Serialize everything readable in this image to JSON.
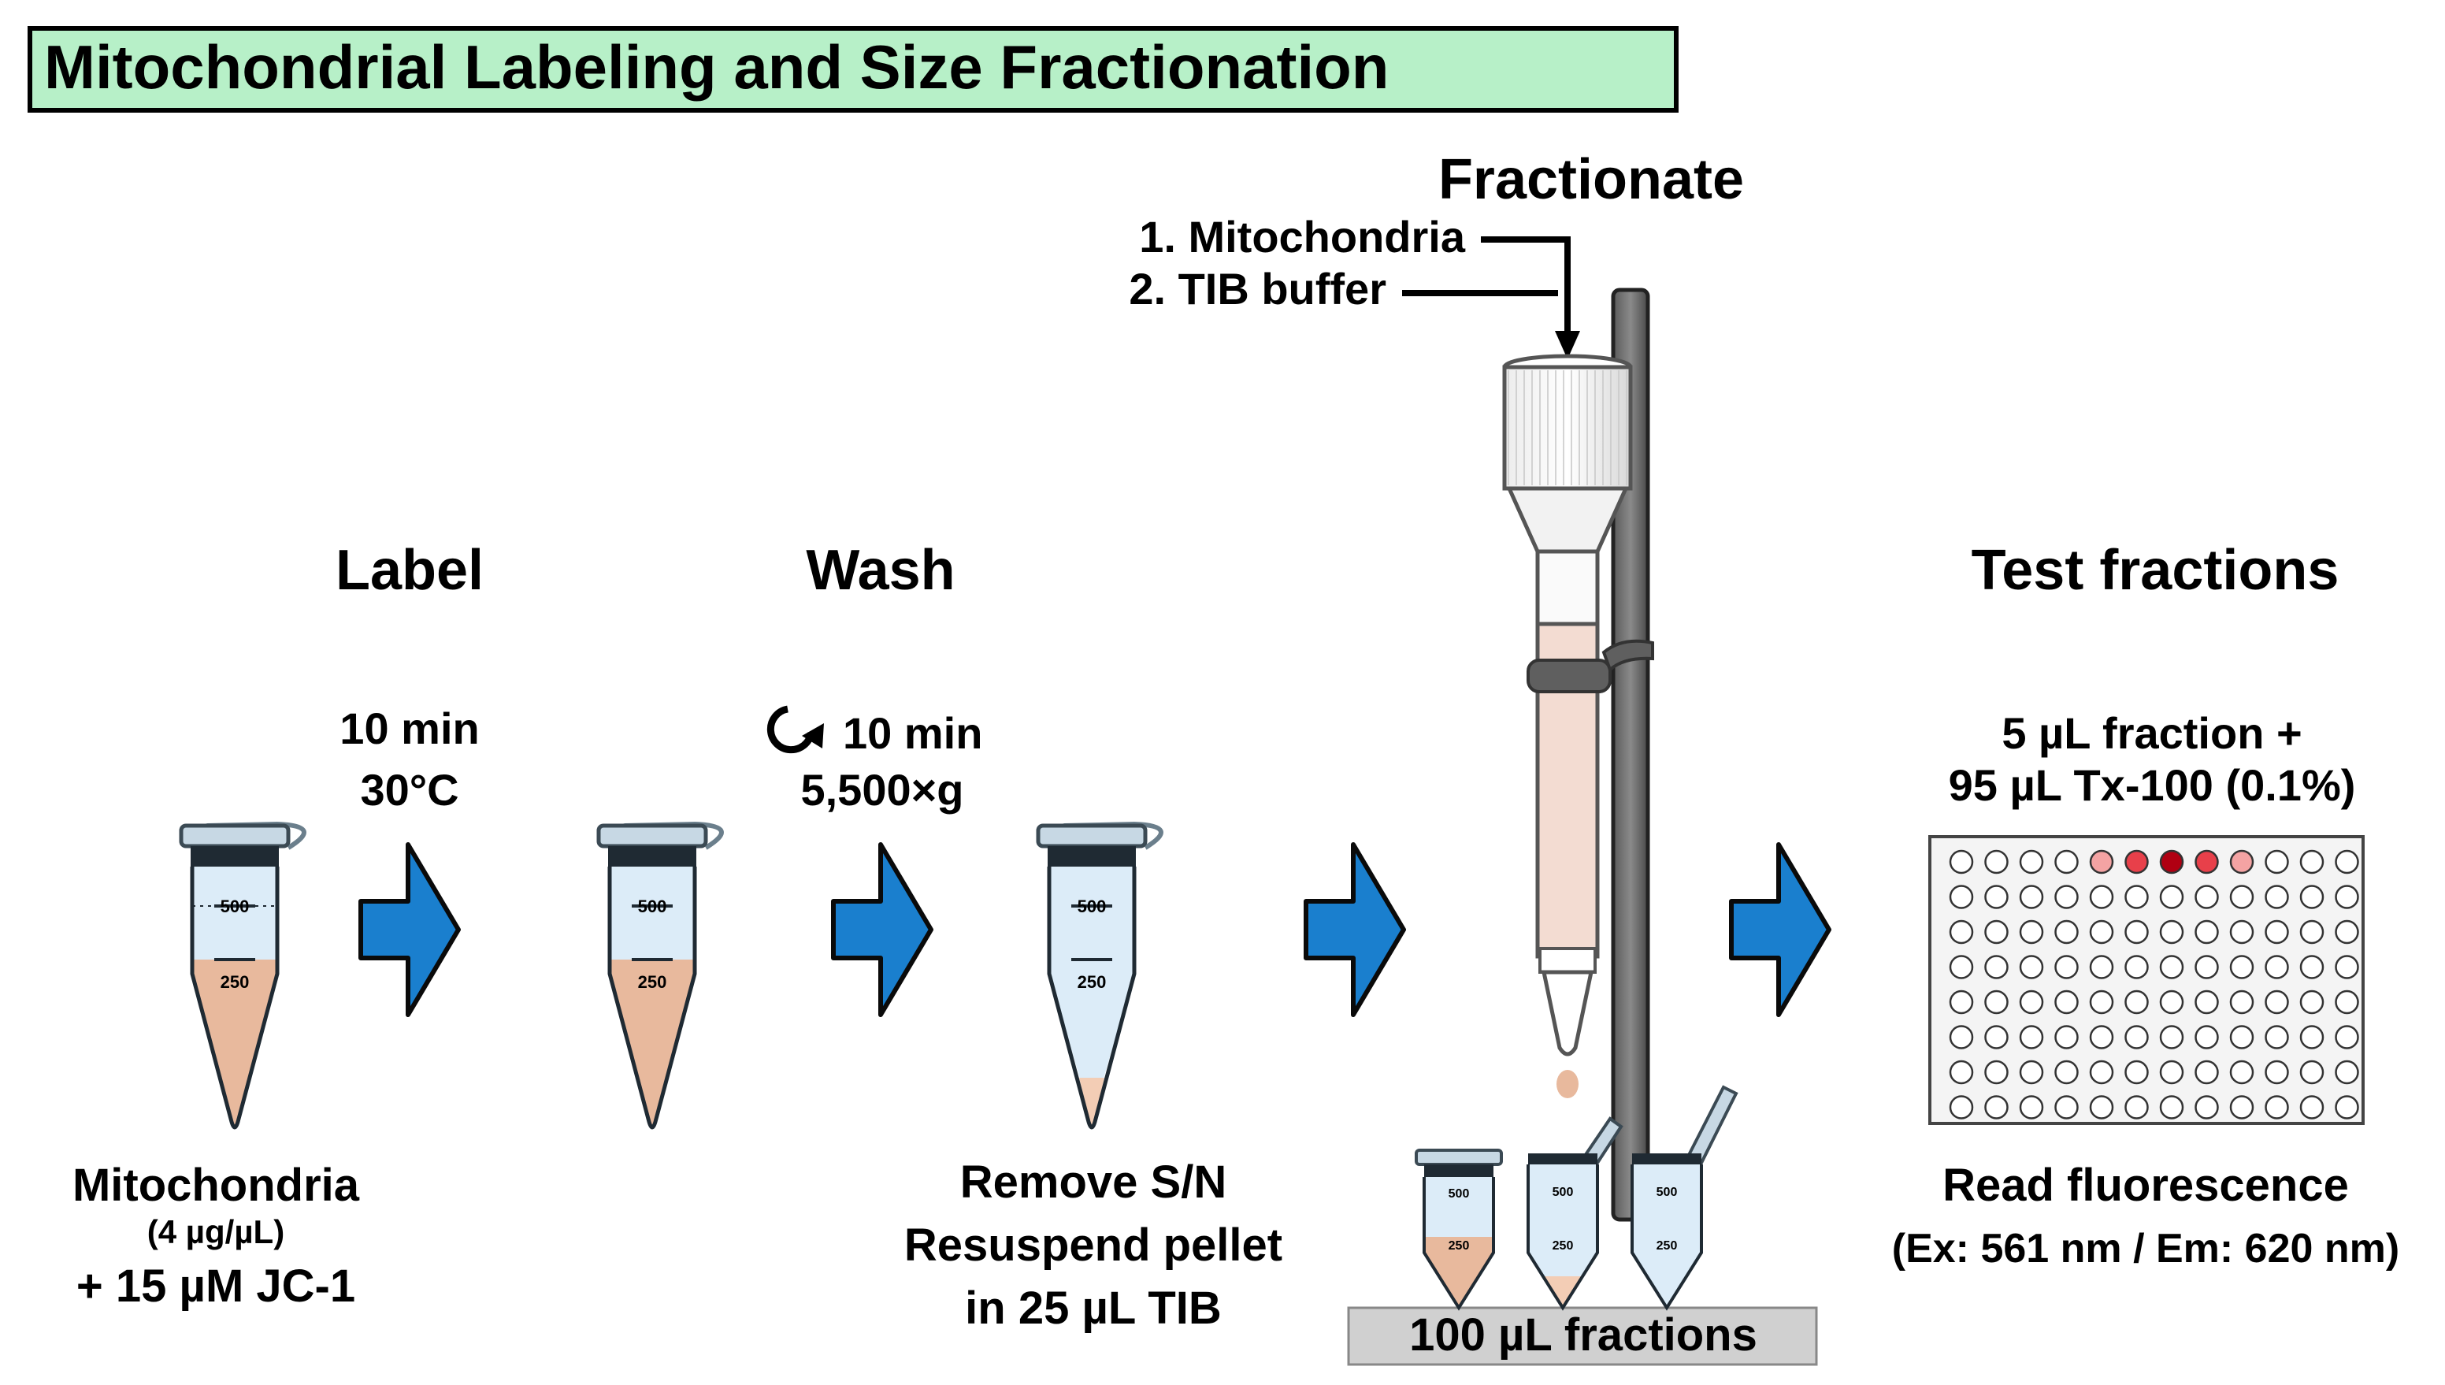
{
  "title": "Mitochondrial Labeling and Size Fractionation",
  "colors": {
    "title_bg": "#b7f0c8",
    "arrow": "#1a7fce",
    "arrow_stroke": "#0a0a0a",
    "liquid": "#e8b99d",
    "tube_blue": "#dcecf8",
    "column_liquid": "#f3dcd2",
    "rod": "#666666",
    "plate_positive_light": "#f4a3a3",
    "plate_positive_mid": "#e8404a",
    "plate_positive_dark": "#b00012",
    "tray": "#d0d0d0"
  },
  "steps": {
    "label": {
      "heading": "Label",
      "time": "10 min",
      "temp": "30°C"
    },
    "wash": {
      "heading": "Wash",
      "spin_icon": "spin-icon",
      "time": "10 min",
      "force": "5,500×g"
    },
    "fractionate": {
      "heading": "Fractionate",
      "load_1": "1. Mitochondria",
      "load_2": "2. TIB buffer",
      "tray_label": "100 µL fractions"
    },
    "test": {
      "heading": "Test fractions",
      "recipe_1": "5 µL fraction +",
      "recipe_2": "95 µL Tx-100 (0.1%)",
      "read_1": "Read fluorescence",
      "read_2": "(Ex: 561 nm / Em: 620 nm)"
    }
  },
  "captions": {
    "mito_1": "Mitochondria",
    "mito_2": "(4 µg/µL)",
    "mito_3": "+ 15 µM JC-1",
    "remove_1": "Remove S/N",
    "remove_2": "Resuspend pellet",
    "remove_3": "in 25 µL TIB"
  },
  "tube_marks": {
    "upper": "500",
    "lower": "250"
  }
}
